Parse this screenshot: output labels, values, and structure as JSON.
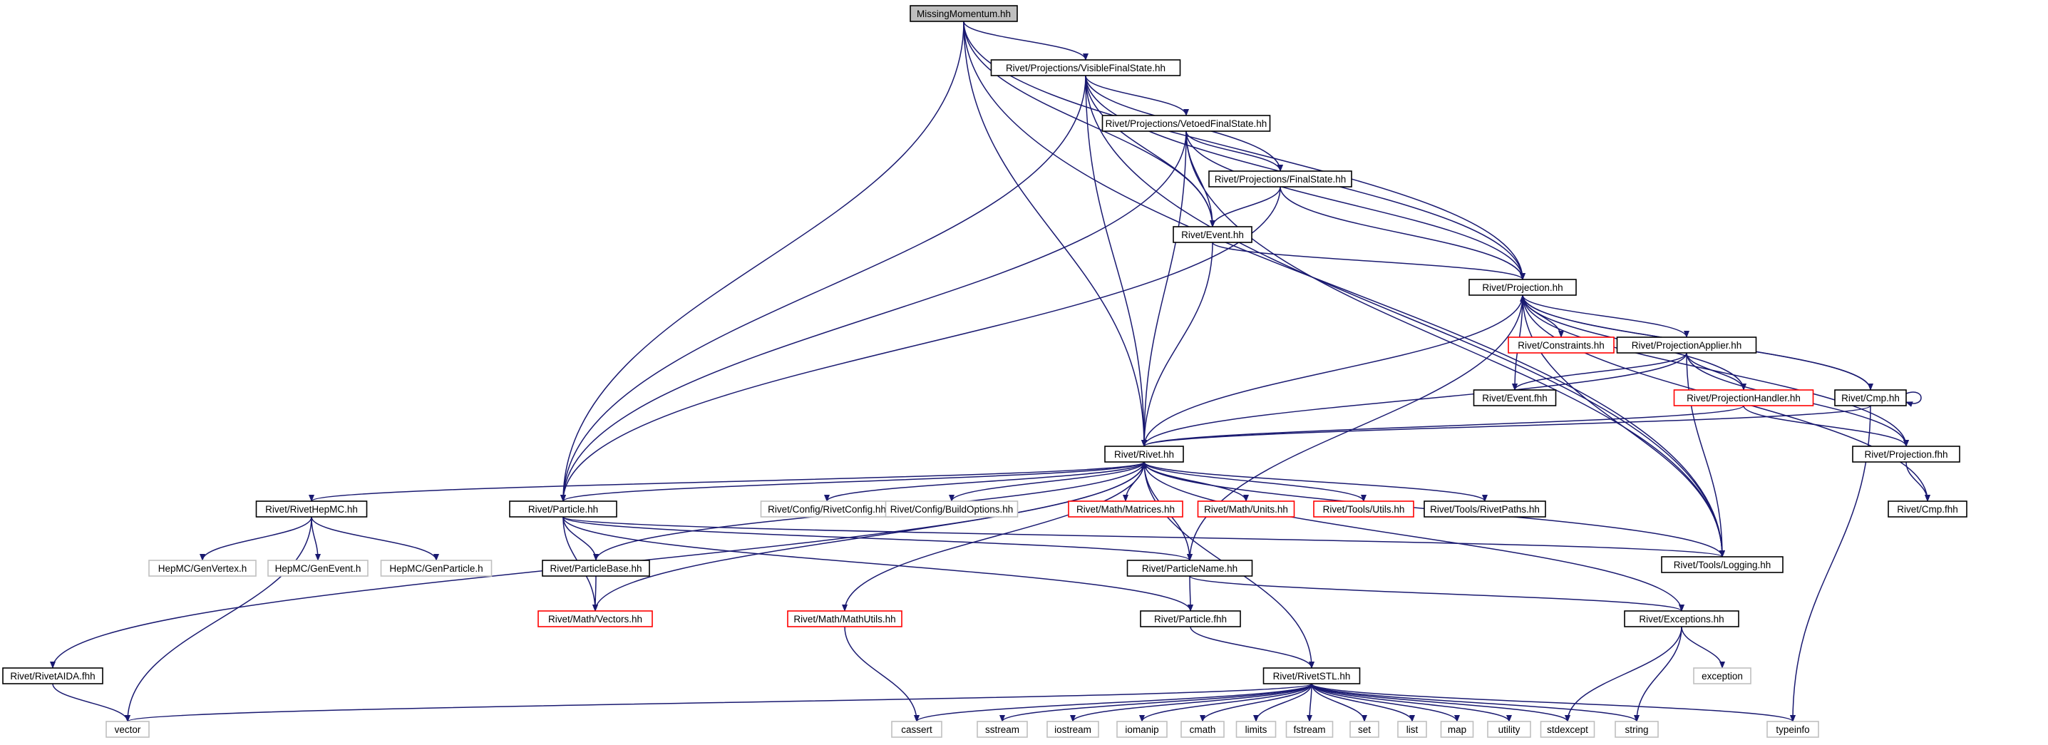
{
  "colors": {
    "edge": "#191970",
    "border_default": "#000000",
    "border_external": "#bfbfbf",
    "border_truncated": "#ff0000",
    "root_fill": "#bfbfbf",
    "fill": "#ffffff"
  },
  "nodes": [
    {
      "id": "missing",
      "label": "MissingMomentum.hh",
      "style": "root"
    },
    {
      "id": "visible",
      "label": "Rivet/Projections/VisibleFinalState.hh",
      "style": "default"
    },
    {
      "id": "vetoed",
      "label": "Rivet/Projections/VetoedFinalState.hh",
      "style": "default"
    },
    {
      "id": "finalstate",
      "label": "Rivet/Projections/FinalState.hh",
      "style": "default"
    },
    {
      "id": "event",
      "label": "Rivet/Event.hh",
      "style": "default"
    },
    {
      "id": "projection",
      "label": "Rivet/Projection.hh",
      "style": "default"
    },
    {
      "id": "constraints",
      "label": "Rivet/Constraints.hh",
      "style": "truncated"
    },
    {
      "id": "projapplier",
      "label": "Rivet/ProjectionApplier.hh",
      "style": "default"
    },
    {
      "id": "eventfhh",
      "label": "Rivet/Event.fhh",
      "style": "default"
    },
    {
      "id": "projhandler",
      "label": "Rivet/ProjectionHandler.hh",
      "style": "truncated"
    },
    {
      "id": "cmp",
      "label": "Rivet/Cmp.hh",
      "style": "default"
    },
    {
      "id": "projfhh",
      "label": "Rivet/Projection.fhh",
      "style": "default"
    },
    {
      "id": "cmpfhh",
      "label": "Rivet/Cmp.fhh",
      "style": "default"
    },
    {
      "id": "rivet",
      "label": "Rivet/Rivet.hh",
      "style": "default"
    },
    {
      "id": "hepmc",
      "label": "Rivet/RivetHepMC.hh",
      "style": "default"
    },
    {
      "id": "particle",
      "label": "Rivet/Particle.hh",
      "style": "default"
    },
    {
      "id": "rivetconfig",
      "label": "Rivet/Config/RivetConfig.hh",
      "style": "external"
    },
    {
      "id": "buildopts",
      "label": "Rivet/Config/BuildOptions.hh",
      "style": "external"
    },
    {
      "id": "matrices",
      "label": "Rivet/Math/Matrices.hh",
      "style": "truncated"
    },
    {
      "id": "units",
      "label": "Rivet/Math/Units.hh",
      "style": "truncated"
    },
    {
      "id": "utils",
      "label": "Rivet/Tools/Utils.hh",
      "style": "truncated"
    },
    {
      "id": "rivetpaths",
      "label": "Rivet/Tools/RivetPaths.hh",
      "style": "default"
    },
    {
      "id": "genvertex",
      "label": "HepMC/GenVertex.h",
      "style": "external"
    },
    {
      "id": "genevent",
      "label": "HepMC/GenEvent.h",
      "style": "external"
    },
    {
      "id": "genparticle",
      "label": "HepMC/GenParticle.h",
      "style": "external"
    },
    {
      "id": "particlebase",
      "label": "Rivet/ParticleBase.hh",
      "style": "default"
    },
    {
      "id": "particlename",
      "label": "Rivet/ParticleName.hh",
      "style": "default"
    },
    {
      "id": "logging",
      "label": "Rivet/Tools/Logging.hh",
      "style": "default"
    },
    {
      "id": "vectors",
      "label": "Rivet/Math/Vectors.hh",
      "style": "truncated"
    },
    {
      "id": "mathutils",
      "label": "Rivet/Math/MathUtils.hh",
      "style": "truncated"
    },
    {
      "id": "particlefhh",
      "label": "Rivet/Particle.fhh",
      "style": "default"
    },
    {
      "id": "exceptions",
      "label": "Rivet/Exceptions.hh",
      "style": "default"
    },
    {
      "id": "exception",
      "label": "exception",
      "style": "external"
    },
    {
      "id": "aidafhh",
      "label": "Rivet/RivetAIDA.fhh",
      "style": "default"
    },
    {
      "id": "rivetstl",
      "label": "Rivet/RivetSTL.hh",
      "style": "default"
    },
    {
      "id": "vector",
      "label": "vector",
      "style": "external"
    },
    {
      "id": "cassert",
      "label": "cassert",
      "style": "external"
    },
    {
      "id": "sstream",
      "label": "sstream",
      "style": "external"
    },
    {
      "id": "iostream",
      "label": "iostream",
      "style": "external"
    },
    {
      "id": "iomanip",
      "label": "iomanip",
      "style": "external"
    },
    {
      "id": "cmath",
      "label": "cmath",
      "style": "external"
    },
    {
      "id": "limits",
      "label": "limits",
      "style": "external"
    },
    {
      "id": "fstream",
      "label": "fstream",
      "style": "external"
    },
    {
      "id": "set",
      "label": "set",
      "style": "external"
    },
    {
      "id": "list",
      "label": "list",
      "style": "external"
    },
    {
      "id": "map",
      "label": "map",
      "style": "external"
    },
    {
      "id": "utility",
      "label": "utility",
      "style": "external"
    },
    {
      "id": "stdexcept",
      "label": "stdexcept",
      "style": "external"
    },
    {
      "id": "string",
      "label": "string",
      "style": "external"
    },
    {
      "id": "typeinfo",
      "label": "typeinfo",
      "style": "external"
    }
  ],
  "edges": [
    [
      "missing",
      "visible"
    ],
    [
      "missing",
      "event"
    ],
    [
      "missing",
      "projection"
    ],
    [
      "missing",
      "rivet"
    ],
    [
      "missing",
      "particle"
    ],
    [
      "missing",
      "logging"
    ],
    [
      "visible",
      "vetoed"
    ],
    [
      "visible",
      "finalstate"
    ],
    [
      "visible",
      "event"
    ],
    [
      "visible",
      "projection"
    ],
    [
      "visible",
      "rivet"
    ],
    [
      "visible",
      "particle"
    ],
    [
      "visible",
      "logging"
    ],
    [
      "vetoed",
      "finalstate"
    ],
    [
      "vetoed",
      "event"
    ],
    [
      "vetoed",
      "projection"
    ],
    [
      "vetoed",
      "rivet"
    ],
    [
      "vetoed",
      "particle"
    ],
    [
      "vetoed",
      "logging"
    ],
    [
      "finalstate",
      "event"
    ],
    [
      "finalstate",
      "projection"
    ],
    [
      "finalstate",
      "particle"
    ],
    [
      "event",
      "projection"
    ],
    [
      "event",
      "rivet"
    ],
    [
      "projection",
      "constraints"
    ],
    [
      "projection",
      "projapplier"
    ],
    [
      "projection",
      "eventfhh"
    ],
    [
      "projection",
      "projhandler"
    ],
    [
      "projection",
      "cmp"
    ],
    [
      "projection",
      "projfhh"
    ],
    [
      "projection",
      "cmpfhh"
    ],
    [
      "projection",
      "rivet"
    ],
    [
      "projection",
      "particlename"
    ],
    [
      "projection",
      "logging"
    ],
    [
      "projapplier",
      "eventfhh"
    ],
    [
      "projapplier",
      "projhandler"
    ],
    [
      "projapplier",
      "projfhh"
    ],
    [
      "projapplier",
      "rivet"
    ],
    [
      "projapplier",
      "logging"
    ],
    [
      "projhandler",
      "projfhh"
    ],
    [
      "projhandler",
      "rivet"
    ],
    [
      "cmp",
      "cmp"
    ],
    [
      "cmp",
      "projection"
    ],
    [
      "cmp",
      "rivet"
    ],
    [
      "cmp",
      "typeinfo"
    ],
    [
      "projfhh",
      "cmpfhh"
    ],
    [
      "rivet",
      "hepmc"
    ],
    [
      "rivet",
      "particle"
    ],
    [
      "rivet",
      "rivetconfig"
    ],
    [
      "rivet",
      "buildopts"
    ],
    [
      "rivet",
      "matrices"
    ],
    [
      "rivet",
      "units"
    ],
    [
      "rivet",
      "utils"
    ],
    [
      "rivet",
      "rivetpaths"
    ],
    [
      "rivet",
      "particlename"
    ],
    [
      "rivet",
      "logging"
    ],
    [
      "rivet",
      "vectors"
    ],
    [
      "rivet",
      "mathutils"
    ],
    [
      "rivet",
      "exceptions"
    ],
    [
      "rivet",
      "aidafhh"
    ],
    [
      "rivet",
      "rivetstl"
    ],
    [
      "hepmc",
      "genvertex"
    ],
    [
      "hepmc",
      "genevent"
    ],
    [
      "hepmc",
      "genparticle"
    ],
    [
      "hepmc",
      "vector"
    ],
    [
      "particle",
      "particlebase"
    ],
    [
      "particle",
      "particlename"
    ],
    [
      "particle",
      "particlefhh"
    ],
    [
      "particle",
      "logging"
    ],
    [
      "particle",
      "vectors"
    ],
    [
      "particlebase",
      "rivet"
    ],
    [
      "particlebase",
      "vectors"
    ],
    [
      "particlename",
      "particlefhh"
    ],
    [
      "particlename",
      "exceptions"
    ],
    [
      "particlefhh",
      "rivetstl"
    ],
    [
      "mathutils",
      "cassert"
    ],
    [
      "exceptions",
      "exception"
    ],
    [
      "exceptions",
      "stdexcept"
    ],
    [
      "exceptions",
      "string"
    ],
    [
      "aidafhh",
      "vector"
    ],
    [
      "rivetstl",
      "vector"
    ],
    [
      "rivetstl",
      "cassert"
    ],
    [
      "rivetstl",
      "sstream"
    ],
    [
      "rivetstl",
      "iostream"
    ],
    [
      "rivetstl",
      "iomanip"
    ],
    [
      "rivetstl",
      "cmath"
    ],
    [
      "rivetstl",
      "limits"
    ],
    [
      "rivetstl",
      "fstream"
    ],
    [
      "rivetstl",
      "set"
    ],
    [
      "rivetstl",
      "list"
    ],
    [
      "rivetstl",
      "map"
    ],
    [
      "rivetstl",
      "utility"
    ],
    [
      "rivetstl",
      "stdexcept"
    ],
    [
      "rivetstl",
      "string"
    ],
    [
      "rivetstl",
      "typeinfo"
    ]
  ]
}
